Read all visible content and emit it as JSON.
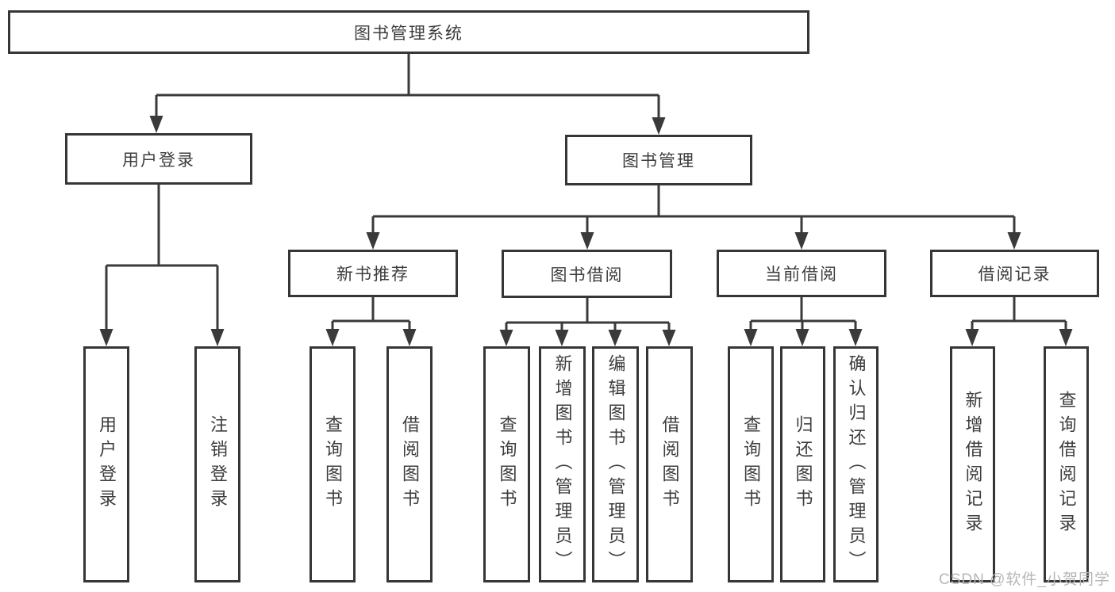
{
  "diagram": {
    "root": {
      "label": "图书管理系统"
    },
    "level2": [
      {
        "label": "用户登录"
      },
      {
        "label": "图书管理"
      }
    ],
    "level3": [
      {
        "label": "新书推荐"
      },
      {
        "label": "图书借阅"
      },
      {
        "label": "当前借阅"
      },
      {
        "label": "借阅记录"
      }
    ],
    "leaves": {
      "user_login": [
        "用户登录",
        "注销登录"
      ],
      "new_books": [
        "查询图书",
        "借阅图书"
      ],
      "book_borrow": [
        "查询图书",
        "新增图书（管理员）",
        "编辑图书（管理员）",
        "借阅图书"
      ],
      "current_borrow": [
        "查询图书",
        "归还图书",
        "确认归还（管理员）"
      ],
      "borrow_records": [
        "新增借阅记录",
        "查询借阅记录"
      ]
    },
    "watermark": "CSDN @软件_小贺同学",
    "colors": {
      "line": "#3a3a3a",
      "border": "#363636",
      "text": "#3d3d3d",
      "watermark": "#b6b6b6",
      "background": "#ffffff"
    }
  }
}
